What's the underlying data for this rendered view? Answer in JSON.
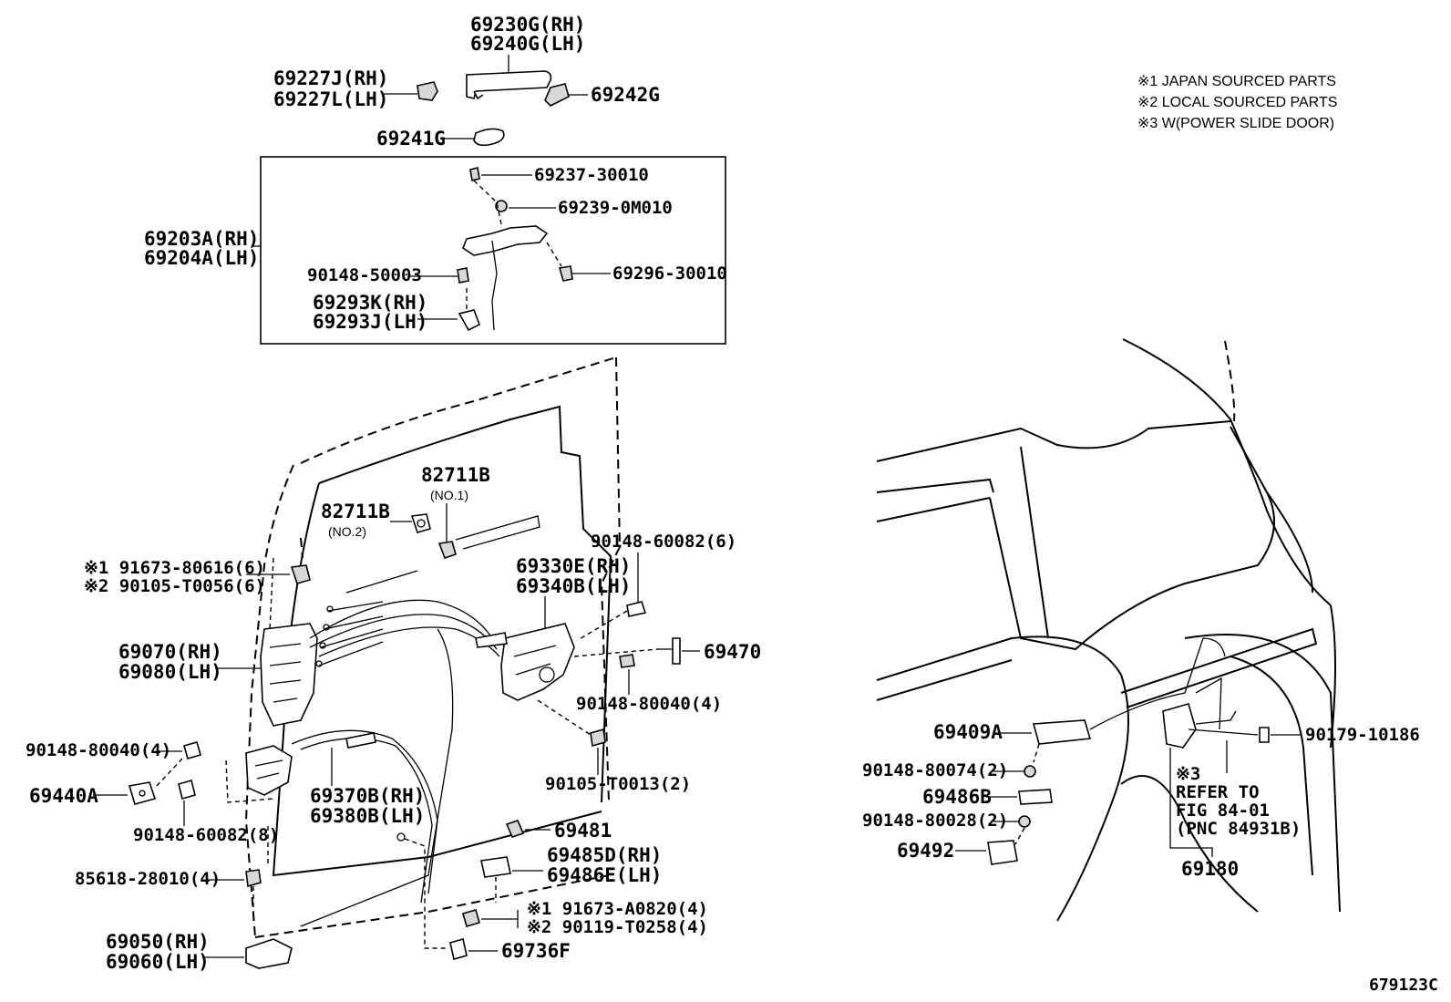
{
  "notes": [
    "※1 JAPAN SOURCED PARTS",
    "※2 LOCAL SOURCED PARTS",
    "※3 W(POWER SLIDE DOOR)"
  ],
  "labels": {
    "p69230G": "69230G(RH)",
    "p69240G": "69240G(LH)",
    "p69227J": "69227J(RH)",
    "p69227L": "69227L(LH)",
    "p69242G": "69242G",
    "p69241G": "69241G",
    "p69237": "69237-30010",
    "p69239": "69239-0M010",
    "p69203A": "69203A(RH)",
    "p69204A": "69204A(LH)",
    "p90148_50003": "90148-50003",
    "p69296": "69296-30010",
    "p69293K": "69293K(RH)",
    "p69293J": "69293J(LH)",
    "p82711B_no1": "82711B",
    "p82711B_no1_sub": "(NO.1)",
    "p82711B_no2": "82711B",
    "p82711B_no2_sub": "(NO.2)",
    "p90148_60082_6": "90148-60082(6)",
    "p91673_80616": "※1 91673-80616(6)",
    "p90105_T0056": "※2 90105-T0056(6)",
    "p69330E": "69330E(RH)",
    "p69340B": "69340B(LH)",
    "p69070": "69070(RH)",
    "p69080": "69080(LH)",
    "p69470": "69470",
    "p90148_80040_4r": "90148-80040(4)",
    "p90148_80040_4l": "90148-80040(4)",
    "p90105_T0013": "90105-T0013(2)",
    "p69440A": "69440A",
    "p69370B": "69370B(RH)",
    "p69380B": "69380B(LH)",
    "p90148_60082_8": "90148-60082(8)",
    "p69481": "69481",
    "p85618": "85618-28010(4)",
    "p69485D": "69485D(RH)",
    "p69486E": "69486E(LH)",
    "p91673_A0820": "※1 91673-A0820(4)",
    "p90119_T0258": "※2 90119-T0258(4)",
    "p69050": "69050(RH)",
    "p69060": "69060(LH)",
    "p69736F": "69736F",
    "p69409A": "69409A",
    "p90148_80074": "90148-80074(2)",
    "p69486B": "69486B",
    "p90148_80028": "90148-80028(2)",
    "p69492": "69492",
    "p90179": "90179-10186",
    "p_note3": "※3",
    "p_refer1": "REFER TO",
    "p_refer2": "FIG 84-01",
    "p_refer3": "(PNC 84931B)",
    "p69180": "69180"
  },
  "figure_id": "679123C"
}
